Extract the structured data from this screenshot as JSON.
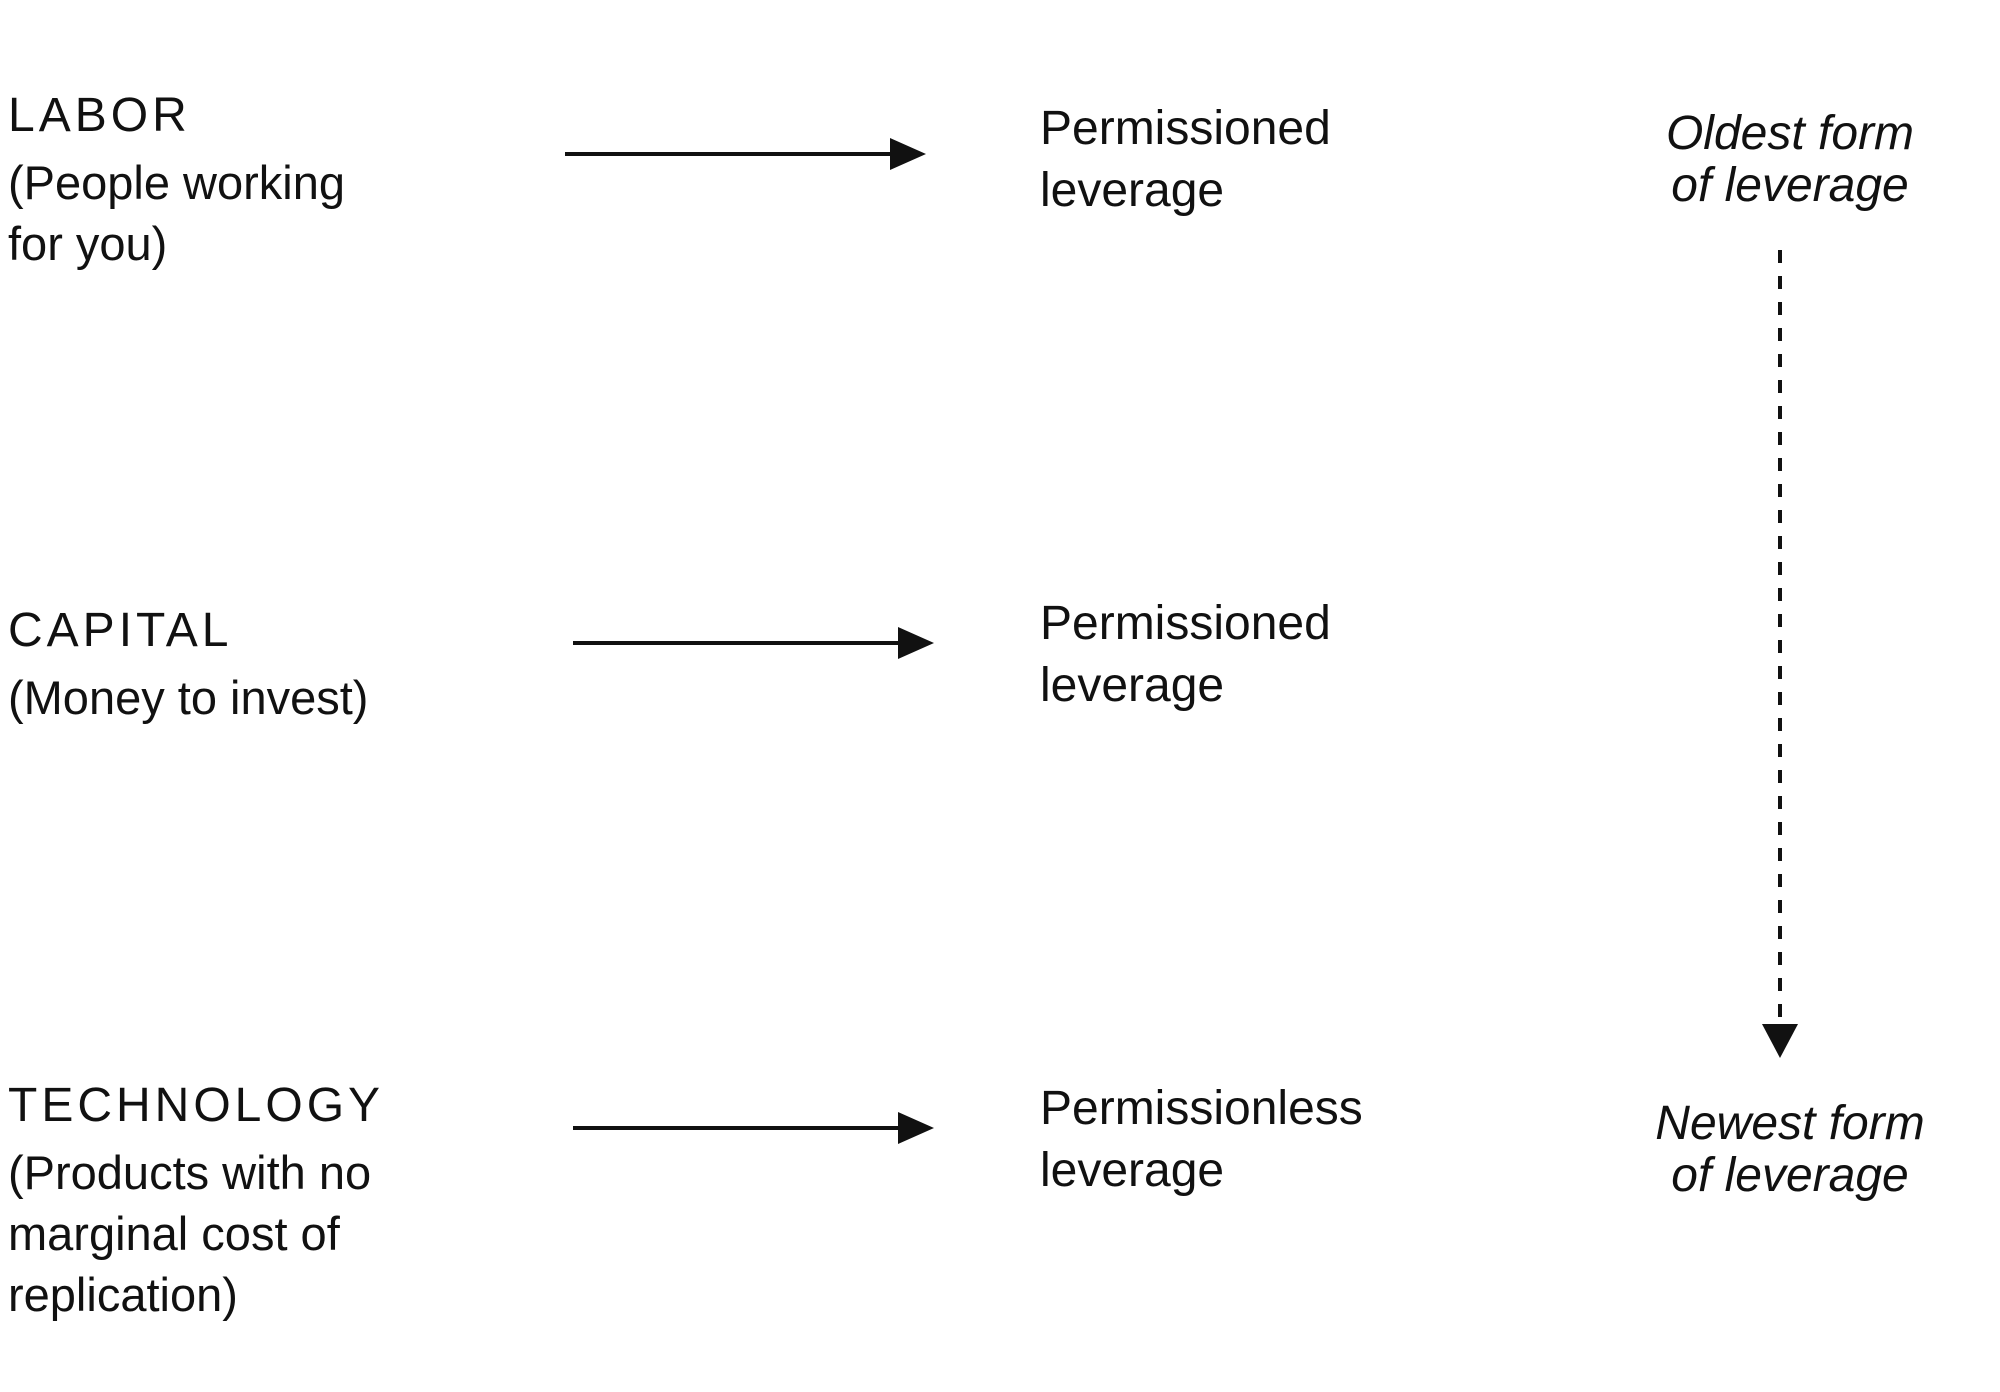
{
  "rows": [
    {
      "title": "LABOR",
      "desc_lines": [
        "(People working",
        "for you)"
      ],
      "result_lines": [
        "Permissioned",
        "leverage"
      ]
    },
    {
      "title": "CAPITAL",
      "desc_lines": [
        "(Money to invest)"
      ],
      "result_lines": [
        "Permissioned",
        "leverage"
      ]
    },
    {
      "title": "TECHNOLOGY",
      "desc_lines": [
        "(Products with no",
        "marginal cost of",
        "replication)"
      ],
      "result_lines": [
        "Permissionless",
        "leverage"
      ]
    }
  ],
  "timeline": {
    "top_lines": [
      "Oldest form",
      "of leverage"
    ],
    "bottom_lines": [
      "Newest form",
      "of leverage"
    ]
  }
}
